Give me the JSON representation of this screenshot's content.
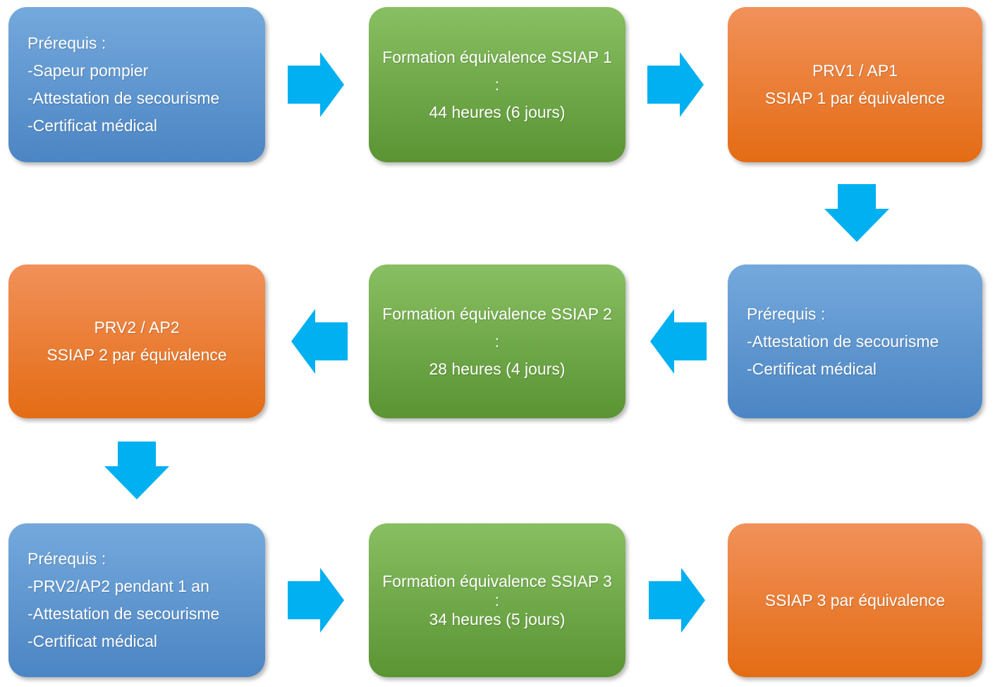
{
  "colors": {
    "blue_top": "#74A9DC",
    "blue_bottom": "#4C85C4",
    "green_top": "#88BF62",
    "green_bottom": "#5A9433",
    "orange_top": "#F1915A",
    "orange_bottom": "#E46C14",
    "arrow": "#00B0F0",
    "text": "#FFFFFF"
  },
  "icons": {
    "arrow_right": "arrow-right-icon",
    "arrow_left": "arrow-left-icon",
    "arrow_down": "arrow-down-icon"
  },
  "boxes": {
    "prereq_ssiap1": {
      "lines": [
        "Prérequis :",
        "-Sapeur pompier",
        "-Attestation de secourisme",
        "-Certificat médical"
      ]
    },
    "formation_ssiap1": {
      "lines": [
        "Formation équivalence SSIAP 1 :",
        "44 heures (6 jours)"
      ]
    },
    "result_ssiap1": {
      "lines": [
        "PRV1 / AP1",
        "SSIAP 1 par équivalence"
      ]
    },
    "result_ssiap2": {
      "lines": [
        "PRV2 / AP2",
        "SSIAP 2 par équivalence"
      ]
    },
    "formation_ssiap2": {
      "lines": [
        "Formation équivalence SSIAP 2 :",
        "28 heures (4 jours)"
      ]
    },
    "prereq_ssiap2": {
      "lines": [
        "Prérequis :",
        "-Attestation de secourisme",
        "-Certificat médical"
      ]
    },
    "prereq_ssiap3": {
      "lines": [
        "Prérequis :",
        "-PRV2/AP2 pendant 1 an",
        "-Attestation de secourisme",
        "-Certificat médical"
      ]
    },
    "formation_ssiap3": {
      "lines": [
        "Formation équivalence SSIAP 3 :",
        "34 heures (5 jours)"
      ]
    },
    "result_ssiap3": {
      "lines": [
        "SSIAP 3 par équivalence"
      ]
    }
  }
}
